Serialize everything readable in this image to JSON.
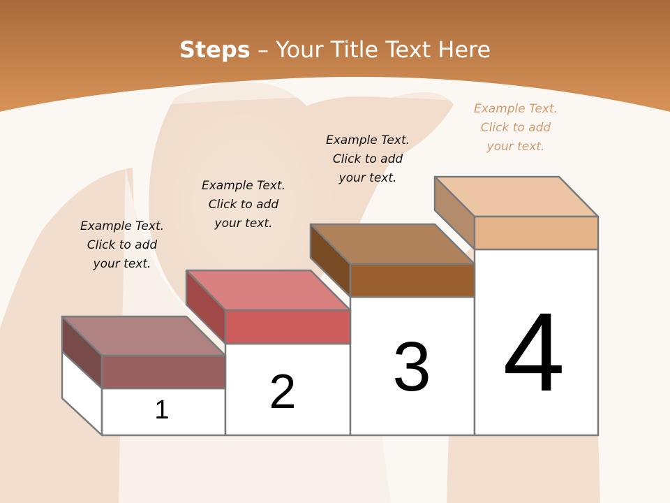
{
  "slide": {
    "title_bold": "Steps",
    "title_rest": " – Your Title Text Here"
  },
  "colors": {
    "header": "#c67e44",
    "background": "#fbf7f3",
    "step1": "#98605f",
    "step2": "#cd5d5c",
    "step3": "#9b602f",
    "step4": "#e6b48a"
  },
  "steps": [
    {
      "number": "1",
      "line1": "Example Text.",
      "line2": "Click  to add",
      "line3": "your text."
    },
    {
      "number": "2",
      "line1": "Example Text.",
      "line2": "Click  to add",
      "line3": "your text."
    },
    {
      "number": "3",
      "line1": "Example Text.",
      "line2": "Click  to add",
      "line3": "your text."
    },
    {
      "number": "4",
      "line1": "Example Text.",
      "line2": "Click  to add",
      "line3": "your text."
    }
  ]
}
